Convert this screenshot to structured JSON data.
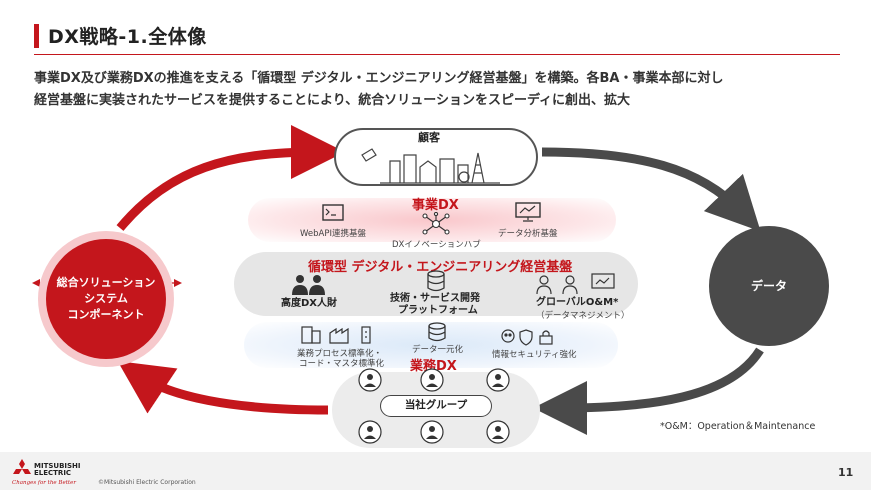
{
  "page": {
    "title": "DX戦略-1.全体像",
    "lead_line1": "事業DX及び業務DXの推進を支える「循環型 デジタル・エンジニアリング経営基盤」を構築。各BA・事業本部に対し",
    "lead_line2": "経営基盤に実装されたサービスを提供することにより、統合ソリューションをスピーディに創出、拡大"
  },
  "diagram": {
    "customer_label": "顧客",
    "left_circle": {
      "line1": "総合ソリューション",
      "line2": "システム",
      "line3": "コンポーネント"
    },
    "right_circle": "データ",
    "business_dx": {
      "title": "事業DX",
      "items": [
        "WebAPI連携基盤",
        "DXイノベーションハブ",
        "データ分析基盤"
      ]
    },
    "platform": {
      "title": "循環型 デジタル・エンジニアリング経営基盤",
      "items": {
        "talent": "高度DX人財",
        "tech_line1": "技術・サービス開発",
        "tech_line2": "プラットフォーム",
        "global": "グローバルO&M*",
        "global_sub": "（データマネジメント）"
      }
    },
    "operations_dx": {
      "title": "業務DX",
      "items": {
        "process_line1": "業務プロセス標準化・",
        "process_line2": "コード・マスタ標準化",
        "data": "データ一元化",
        "security": "情報セキュリティ強化"
      }
    },
    "group_label": "当社グループ"
  },
  "footnote": "*O&M：Operation＆Maintenance",
  "footer": {
    "logo_line1": "MITSUBISHI",
    "logo_line2": "ELECTRIC",
    "tagline": "Changes for the Better",
    "copyright": "©Mitsubishi Electric Corporation",
    "page_number": "11"
  },
  "colors": {
    "accent": "#c4161c",
    "dark": "#4a4a4a"
  }
}
